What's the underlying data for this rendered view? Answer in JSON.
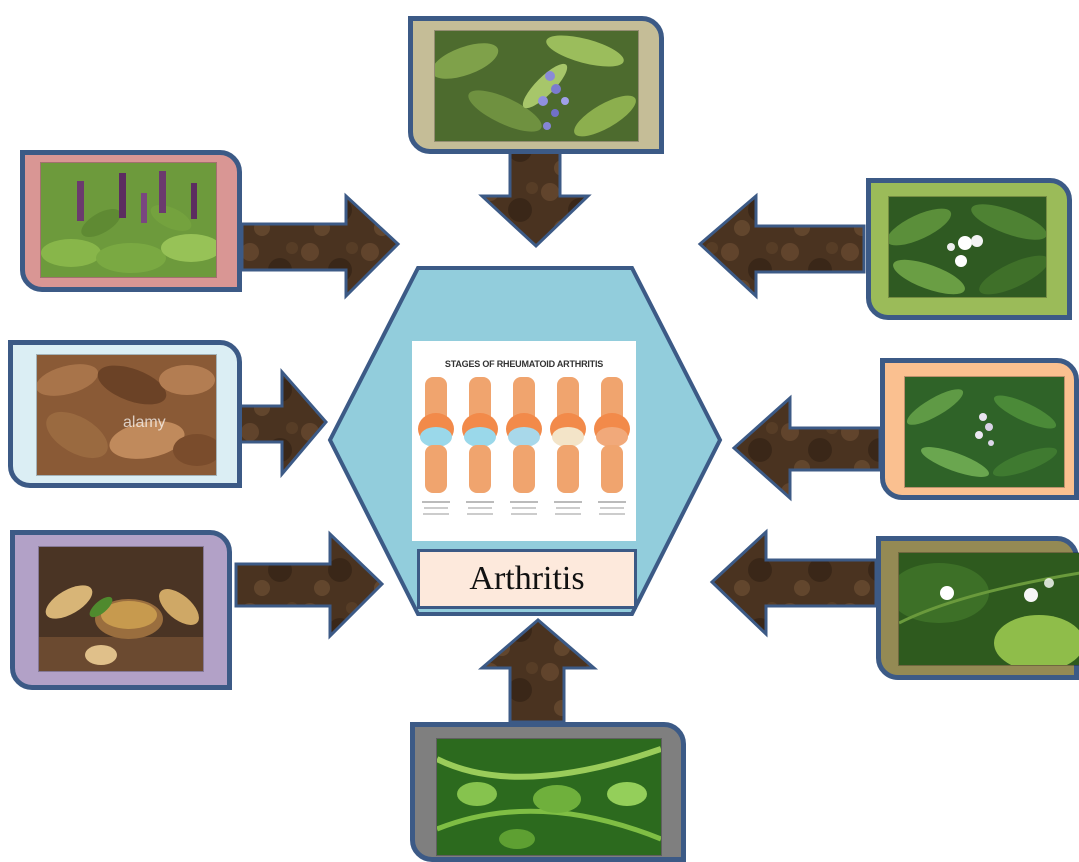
{
  "center": {
    "label": "Arthritis",
    "figure_title": "STAGES OF RHEUMATOID ARTHRITIS",
    "hexagon_color": "#92cddc"
  },
  "border_color": "#3c5a86",
  "arrow_color": "#4a3320",
  "herbs": [
    {
      "name": "top",
      "frame_color": "#c5bd97",
      "photo": "vitex-purple-flowers"
    },
    {
      "name": "upper-left",
      "frame_color": "#d99694",
      "photo": "holy-basil"
    },
    {
      "name": "upper-right",
      "frame_color": "#9bbb59",
      "photo": "white-flower-shrub"
    },
    {
      "name": "middle-left",
      "frame_color": "#dbeef4",
      "photo": "dried-roots",
      "watermark": "alamy"
    },
    {
      "name": "middle-right",
      "frame_color": "#fac090",
      "photo": "nirgundi"
    },
    {
      "name": "lower-left",
      "frame_color": "#b2a1c7",
      "photo": "ginger-powder"
    },
    {
      "name": "lower-right",
      "frame_color": "#948a54",
      "photo": "balloon-vine"
    },
    {
      "name": "bottom",
      "frame_color": "#7f7f7f",
      "photo": "green-creeper"
    }
  ]
}
